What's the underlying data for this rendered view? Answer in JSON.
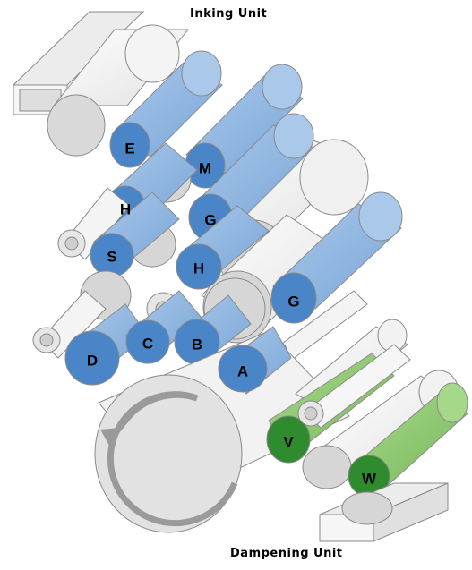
{
  "titles": {
    "inking_unit": "Inking Unit",
    "dampening_unit": "Dampening Unit"
  },
  "rollers": [
    {
      "label": "E",
      "unit": "inking"
    },
    {
      "label": "M",
      "unit": "inking"
    },
    {
      "label": "H",
      "unit": "inking"
    },
    {
      "label": "G",
      "unit": "inking"
    },
    {
      "label": "S",
      "unit": "inking"
    },
    {
      "label": "H",
      "unit": "inking"
    },
    {
      "label": "G",
      "unit": "inking"
    },
    {
      "label": "C",
      "unit": "inking"
    },
    {
      "label": "B",
      "unit": "inking"
    },
    {
      "label": "D",
      "unit": "inking"
    },
    {
      "label": "A",
      "unit": "inking"
    },
    {
      "label": "V",
      "unit": "dampening"
    },
    {
      "label": "W",
      "unit": "dampening"
    }
  ],
  "colors": {
    "ink_roller": "#4a85c8",
    "ink_roller_body": "#8db4df",
    "damp_roller": "#2e8c2e",
    "damp_roller_body": "#8cc86a",
    "idle_roller": "#d6d6d6",
    "outline": "#8a8a8a",
    "plate_cylinder": "#eeeeee"
  }
}
